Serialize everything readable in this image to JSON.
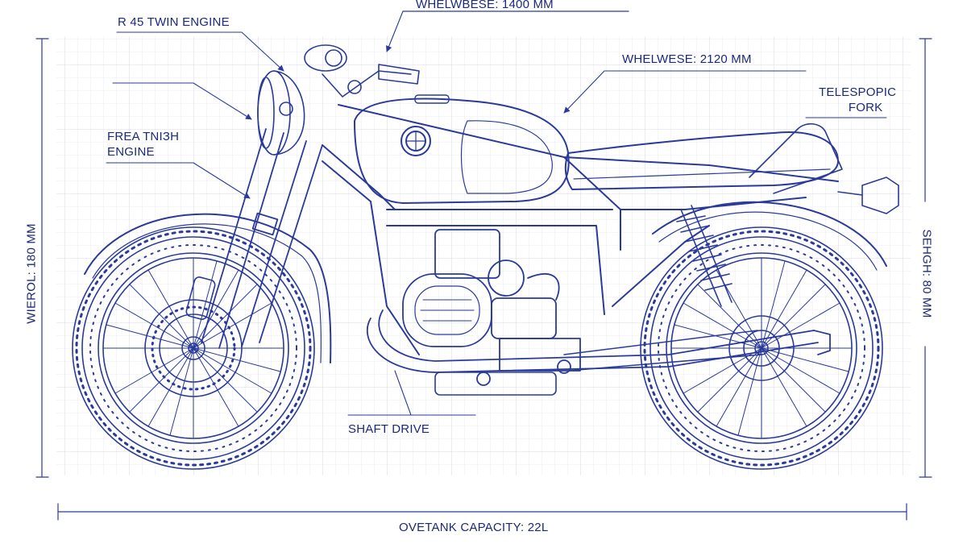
{
  "ink_color": "#2a3a9a",
  "label_color": "#1b2a78",
  "grid_color": "#dde2ee",
  "background": "#ffffff",
  "labels": {
    "top_dimension": "WHELWBESE: 1400 MM",
    "engine_top": "R 45 TWIN ENGINE",
    "wheelbase": "WHELWESE: 2120 MM",
    "fork_line1": "TELESPOPIC",
    "fork_line2": "FORK",
    "engine_left_line1": "FREA TNIЗH",
    "engine_left_line2": "ENGINE",
    "left_dimension": "WIEROL: 180 MM",
    "right_dimension": "SEHGH: 80 MM",
    "shaft_drive": "SHAFT DRIVE",
    "bottom_dimension": "OVETANK CAPACITY: 22L"
  }
}
